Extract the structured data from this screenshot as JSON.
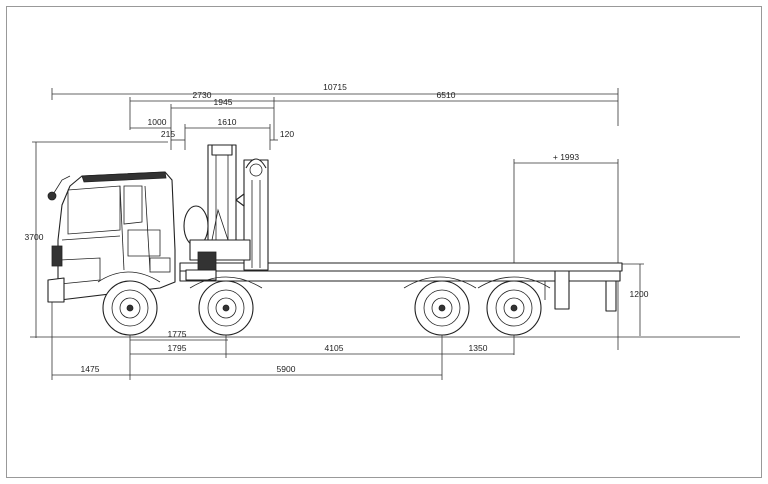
{
  "dimensions": {
    "overall_length": "10715",
    "crane_to_front_axle": "2730",
    "crane_zone": "1945",
    "rear_body": "6510",
    "cab_to_crane": "1000",
    "crane_gap": "215",
    "crane_width": "1610",
    "crane_clearance": "120",
    "overhang_extension": "+ 1993",
    "overall_height": "3700",
    "platform_height": "1200",
    "front_axle_spacing": "1775",
    "axle_1_to_2": "1795",
    "axle_2_to_3": "4105",
    "axle_3_to_4": "1350",
    "front_overhang": "1475",
    "wheelbase": "5900"
  },
  "colors": {
    "line": "#333333",
    "frame": "#999999"
  }
}
